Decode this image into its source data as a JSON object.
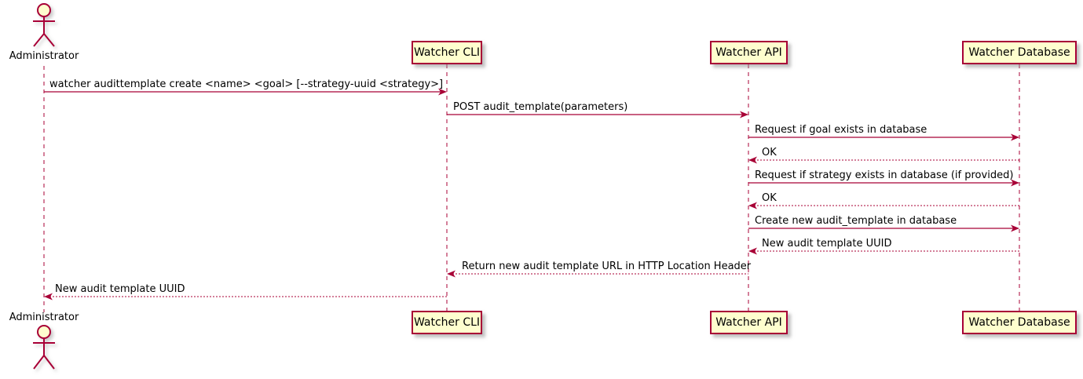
{
  "diagram": {
    "type": "uml-sequence",
    "accent_color": "#A80036",
    "participant_fill": "#FEFECE",
    "actor": {
      "name": "Administrator"
    },
    "participants": [
      {
        "label": "Watcher CLI"
      },
      {
        "label": "Watcher API"
      },
      {
        "label": "Watcher Database"
      }
    ],
    "messages": [
      {
        "from": "Administrator",
        "to": "Watcher CLI",
        "style": "solid",
        "text": "watcher audittemplate create <name> <goal> [--strategy-uuid <strategy>]"
      },
      {
        "from": "Watcher CLI",
        "to": "Watcher API",
        "style": "solid",
        "text": "POST audit_template(parameters)"
      },
      {
        "from": "Watcher API",
        "to": "Watcher Database",
        "style": "solid",
        "text": "Request if goal exists in database"
      },
      {
        "from": "Watcher Database",
        "to": "Watcher API",
        "style": "dashed",
        "text": "OK"
      },
      {
        "from": "Watcher API",
        "to": "Watcher Database",
        "style": "solid",
        "text": "Request if strategy exists in database (if provided)"
      },
      {
        "from": "Watcher Database",
        "to": "Watcher API",
        "style": "dashed",
        "text": "OK"
      },
      {
        "from": "Watcher API",
        "to": "Watcher Database",
        "style": "solid",
        "text": "Create new audit_template in database"
      },
      {
        "from": "Watcher Database",
        "to": "Watcher API",
        "style": "dashed",
        "text": "New audit template UUID"
      },
      {
        "from": "Watcher API",
        "to": "Watcher CLI",
        "style": "dashed",
        "text": "Return new audit template URL in HTTP Location Header"
      },
      {
        "from": "Watcher CLI",
        "to": "Administrator",
        "style": "dashed",
        "text": "New audit template UUID"
      }
    ]
  }
}
